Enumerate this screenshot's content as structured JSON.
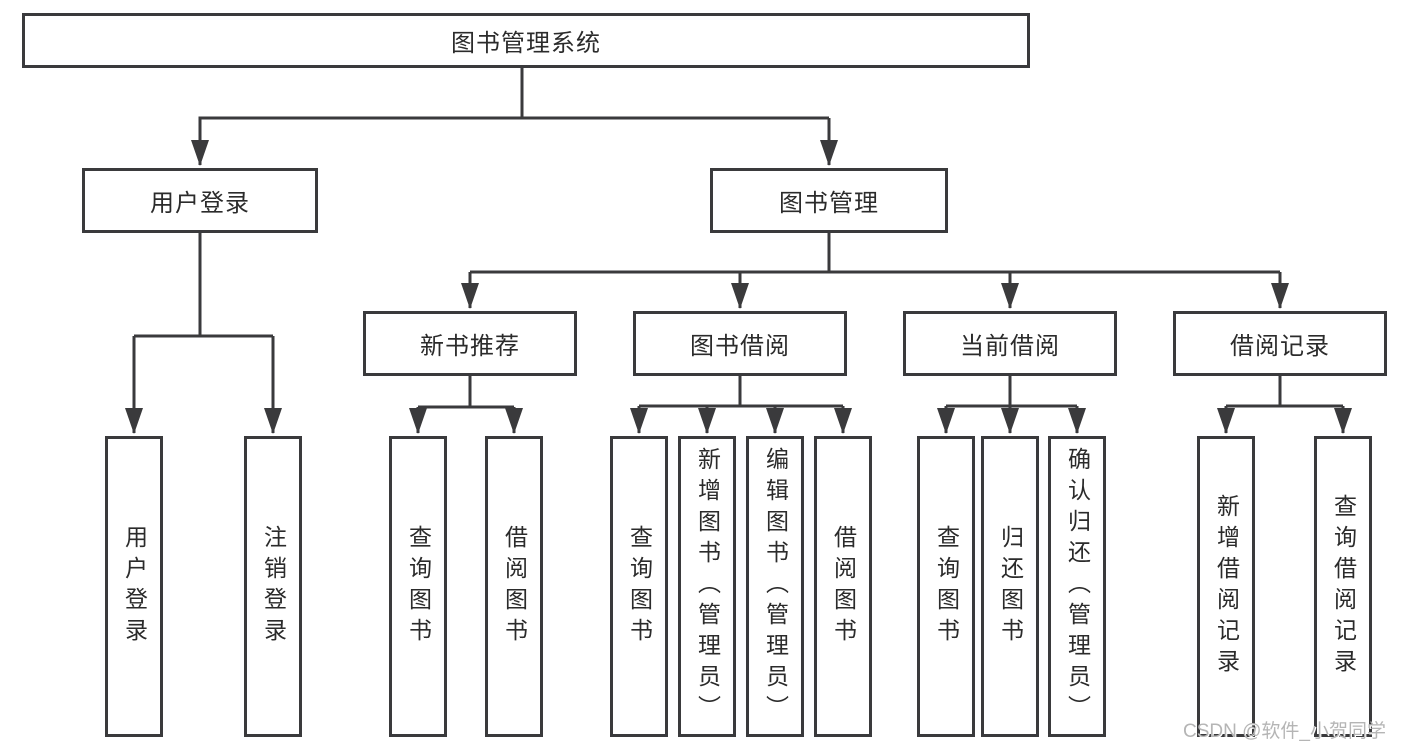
{
  "diagram": {
    "root": {
      "label": "图书管理系统"
    },
    "level2": [
      {
        "label": "用户登录"
      },
      {
        "label": "图书管理"
      }
    ],
    "level3": [
      {
        "label": "新书推荐"
      },
      {
        "label": "图书借阅"
      },
      {
        "label": "当前借阅"
      },
      {
        "label": "借阅记录"
      }
    ],
    "leaves": [
      {
        "label": "用户登录"
      },
      {
        "label": "注销登录"
      },
      {
        "label": "查询图书"
      },
      {
        "label": "借阅图书"
      },
      {
        "label": "查询图书"
      },
      {
        "label": "新增图书（管理员）"
      },
      {
        "label": "编辑图书（管理员）"
      },
      {
        "label": "借阅图书"
      },
      {
        "label": "查询图书"
      },
      {
        "label": "归还图书"
      },
      {
        "label": "确认归还（管理员）"
      },
      {
        "label": "新增借阅记录"
      },
      {
        "label": "查询借阅记录"
      }
    ]
  },
  "watermark": {
    "text": "CSDN @软件_小贺同学"
  },
  "colors": {
    "line": "#3a3a3c",
    "text": "#2b2b2b",
    "watermark": "#b5b5b5",
    "background": "#ffffff"
  }
}
